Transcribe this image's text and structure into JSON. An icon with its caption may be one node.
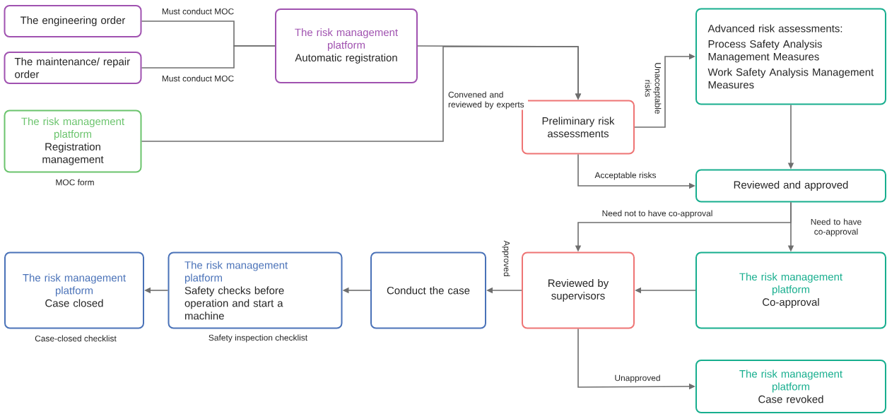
{
  "diagram": {
    "nodes": [
      {
        "text": [
          "The engineering order"
        ]
      },
      {
        "text": [
          "The maintenance/ repair order"
        ]
      },
      {
        "text": [
          "The risk management platform",
          "Automatic registration"
        ]
      },
      {
        "text": [
          "The risk management platform",
          "Registration management"
        ],
        "beside": [
          "MOC form"
        ]
      },
      {
        "text": [
          "Preliminary risk assessments"
        ]
      },
      {
        "text": [
          "Advanced risk assessments:",
          "Process Safety Analysis Management Measures",
          "Work Safety Analysis Management Measures"
        ]
      },
      {
        "text": [
          "Reviewed and approved"
        ]
      },
      {
        "text": [
          "Reviewed by supervisors"
        ]
      },
      {
        "text": [
          "The risk management platform",
          "Co-approval"
        ]
      },
      {
        "text": [
          "Conduct the case"
        ]
      },
      {
        "text": [
          "The risk management platform",
          "Safety checks before operation and start a machine"
        ],
        "beside": [
          "Safety inspection checklist"
        ]
      },
      {
        "text": [
          "The risk management platform",
          "Case closed"
        ],
        "beside": [
          "Case-closed checklist"
        ]
      },
      {
        "text": [
          "The risk management platform",
          "Case revoked"
        ]
      }
    ],
    "edges": [
      {
        "from": 0,
        "to": 2,
        "arrow": "none",
        "label": "Must conduct MOC"
      },
      {
        "from": 1,
        "to": 2,
        "arrow": "none",
        "label": "Must conduct MOC"
      },
      {
        "from": 2,
        "to": 4,
        "arrow": "to"
      },
      {
        "from": 3,
        "to": 4,
        "arrow": "to",
        "label": "Convened and reviewed by experts"
      },
      {
        "from": 4,
        "to": 5,
        "arrow": "to",
        "label": "Unacceptable risks"
      },
      {
        "from": 4,
        "to": 6,
        "arrow": "to",
        "label": "Acceptable risks"
      },
      {
        "from": 5,
        "to": 6,
        "arrow": "to"
      },
      {
        "from": 6,
        "to": 7,
        "arrow": "to",
        "label": "Need not to have co-approval"
      },
      {
        "from": 6,
        "to": 8,
        "arrow": "to",
        "label": "Need to have co-approval"
      },
      {
        "from": 8,
        "to": 7,
        "arrow": "to"
      },
      {
        "from": 7,
        "to": 9,
        "arrow": "to",
        "label": "Approved"
      },
      {
        "from": 9,
        "to": 10,
        "arrow": "to"
      },
      {
        "from": 10,
        "to": 11,
        "arrow": "to"
      },
      {
        "from": 7,
        "to": 12,
        "arrow": "to",
        "label": "Unapproved"
      }
    ]
  }
}
